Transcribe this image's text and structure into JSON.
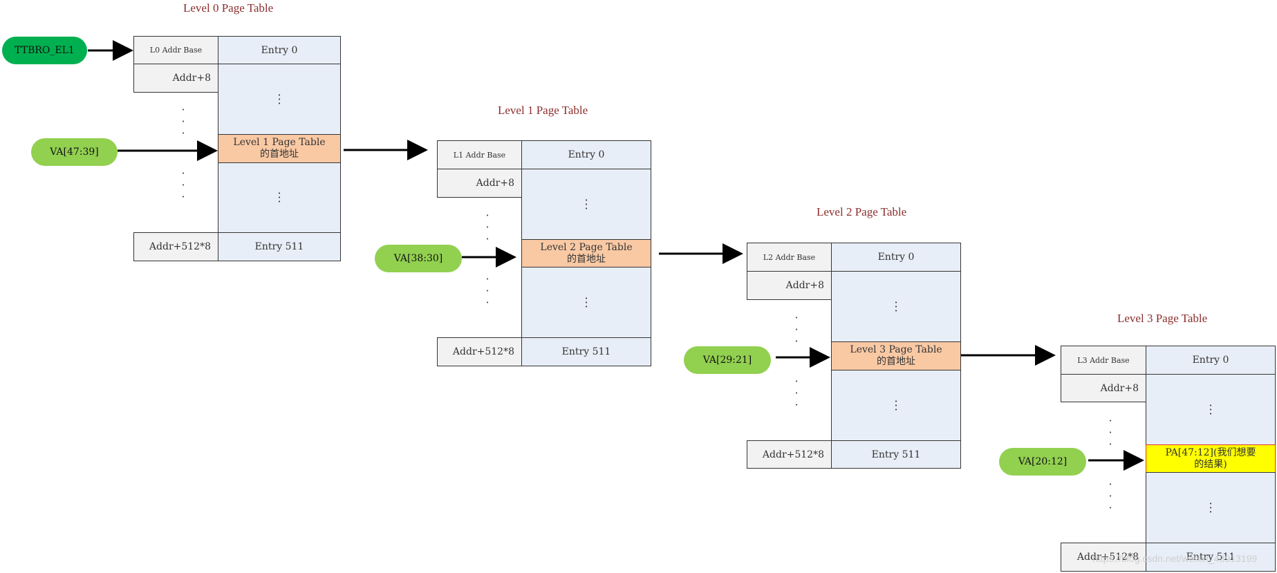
{
  "titles": [
    "Level 0 Page Table",
    "Level 1 Page Table",
    "Level 2 Page Table",
    "Level 3 Page Table"
  ],
  "registers": {
    "ttbr": "TTBRO_EL1",
    "va_l0": "VA[47:39]",
    "va_l1": "VA[38:30]",
    "va_l2": "VA[29:21]",
    "va_l3": "VA[20:12]"
  },
  "tables": [
    {
      "addr_base": "L0 Addr Base",
      "entry0": "Entry 0",
      "addr8": "Addr+8",
      "highlight": "Level 1 Page Table\n的首地址",
      "addr_last": "Addr+512*8",
      "entry_last": "Entry 511"
    },
    {
      "addr_base": "L1 Addr Base",
      "entry0": "Entry 0",
      "addr8": "Addr+8",
      "highlight": "Level 2 Page Table\n的首地址",
      "addr_last": "Addr+512*8",
      "entry_last": "Entry 511"
    },
    {
      "addr_base": "L2 Addr Base",
      "entry0": "Entry 0",
      "addr8": "Addr+8",
      "highlight": "Level 3 Page Table\n的首地址",
      "addr_last": "Addr+512*8",
      "entry_last": "Entry 511"
    },
    {
      "addr_base": "L3 Addr Base",
      "entry0": "Entry 0",
      "addr8": "Addr+8",
      "highlight": "PA[47:12](我们想要\n的结果)",
      "addr_last": "Addr+512*8",
      "entry_last": "Entry 511"
    }
  ],
  "watermark": "https://blog.csdn.net/weixin_43913199",
  "colors": {
    "title": "#8b2d2d",
    "entry": "#e8eef7",
    "addr": "#f2f2f2",
    "highlight": "#f9c9a4",
    "result": "#ffff00",
    "pill_light": "#92d050",
    "pill_dark": "#00b050"
  }
}
